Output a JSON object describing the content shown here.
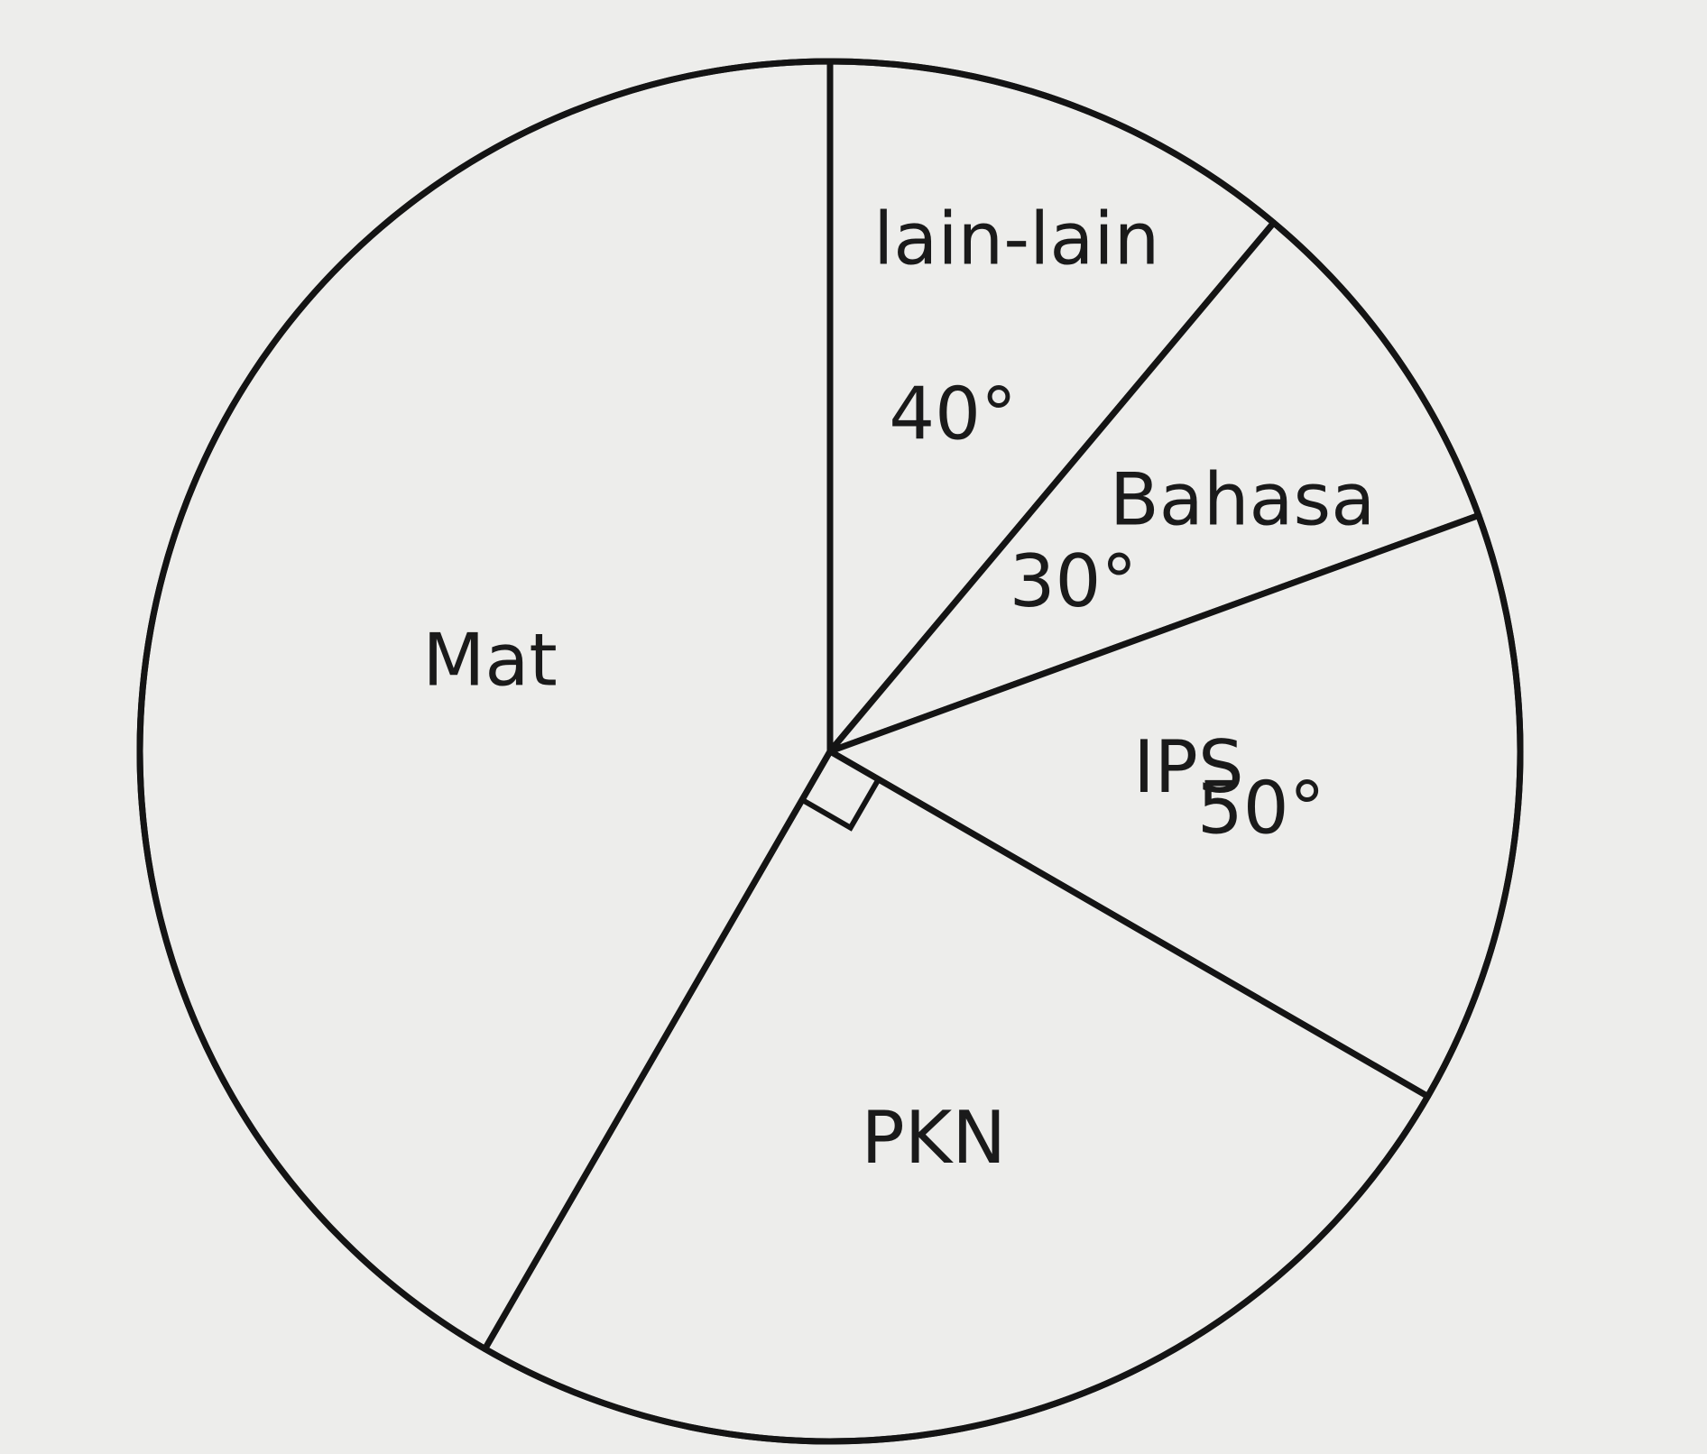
{
  "chart_data": {
    "type": "pie",
    "title": "",
    "slices": [
      {
        "label": "lain-lain",
        "angle_label": "40°",
        "value": 40
      },
      {
        "label": "Bahasa",
        "angle_label": "30°",
        "value": 30
      },
      {
        "label": "IPS",
        "angle_label": "50°",
        "value": 50
      },
      {
        "label": "PKN",
        "angle_label": "",
        "value": 90
      },
      {
        "label": "Mat",
        "angle_label": "",
        "value": 150
      }
    ],
    "units": "degrees",
    "right_angle_marker_slice": "PKN",
    "colors": {
      "background": "#ededeb",
      "slice_fill": "#ededeb",
      "stroke": "#141414"
    }
  }
}
